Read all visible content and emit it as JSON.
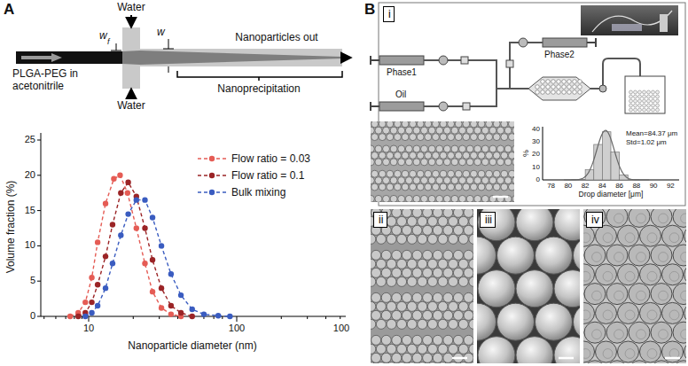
{
  "diagram": {
    "nodes": [
      {
        "text": [
          "i"
        ]
      },
      {
        "text": [
          "ii"
        ]
      },
      {
        "text": [
          "iii"
        ]
      },
      {
        "text": [
          "iv"
        ]
      }
    ],
    "labels": [
      "A",
      "Water",
      "Water",
      "PLGA-PEG in acetonitrile",
      "w",
      "f",
      "w",
      "Nanoparticles out",
      "Nanoprecipitation",
      "25",
      "20",
      "15",
      "10",
      "5",
      "0",
      "10",
      "100",
      "100",
      "Volume fraction (%)",
      "Nanoparticle diameter (nm)",
      "B",
      "Phase1",
      "Phase2",
      "Oil",
      "Mean=84.37 μm",
      "Std=1.02 μm",
      "78",
      "80",
      "82",
      "84",
      "86",
      "88",
      "90",
      "92",
      "Drop diameter [μm]",
      "%",
      "40",
      "30",
      "20",
      "10",
      "0"
    ],
    "legend": [
      {
        "text": "Flow ratio = 0.03"
      },
      {
        "text": "Flow ratio = 0.1"
      },
      {
        "text": "Bulk mixing"
      }
    ]
  }
}
